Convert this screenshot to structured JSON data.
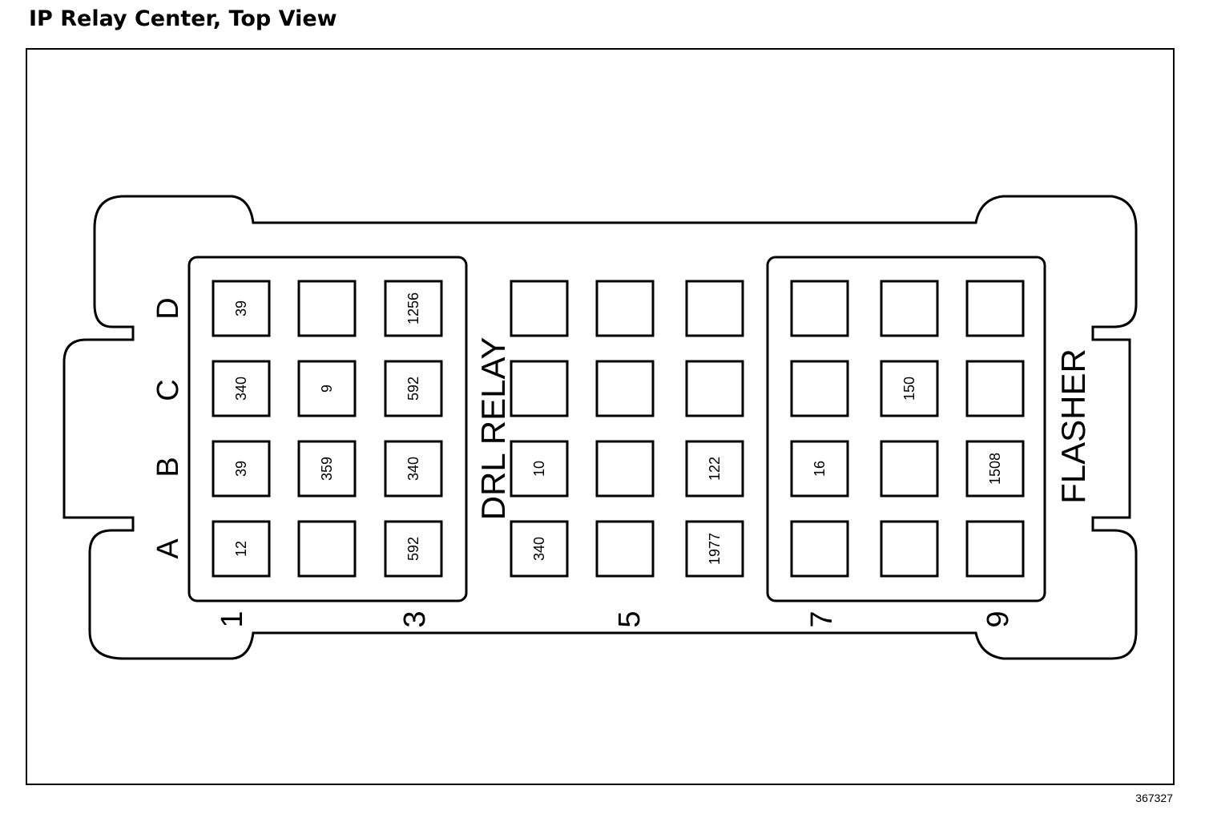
{
  "title": "IP Relay Center, Top View",
  "figure_number": "367327",
  "labels": {
    "drl": "DRL RELAY",
    "flasher": "FLASHER"
  },
  "rows": [
    "A",
    "B",
    "C",
    "D"
  ],
  "columns": [
    "1",
    "3",
    "5",
    "7",
    "9"
  ],
  "cells": [
    {
      "pos": "D1",
      "value": "39"
    },
    {
      "pos": "D2",
      "value": ""
    },
    {
      "pos": "D3",
      "value": "1256"
    },
    {
      "pos": "D4",
      "value": ""
    },
    {
      "pos": "D5",
      "value": ""
    },
    {
      "pos": "D6",
      "value": ""
    },
    {
      "pos": "D7",
      "value": ""
    },
    {
      "pos": "D8",
      "value": ""
    },
    {
      "pos": "D9",
      "value": ""
    },
    {
      "pos": "C1",
      "value": "340"
    },
    {
      "pos": "C2",
      "value": "9"
    },
    {
      "pos": "C3",
      "value": "592"
    },
    {
      "pos": "C4",
      "value": ""
    },
    {
      "pos": "C5",
      "value": ""
    },
    {
      "pos": "C6",
      "value": ""
    },
    {
      "pos": "C7",
      "value": ""
    },
    {
      "pos": "C8",
      "value": "150"
    },
    {
      "pos": "C9",
      "value": ""
    },
    {
      "pos": "B1",
      "value": "39"
    },
    {
      "pos": "B2",
      "value": "359"
    },
    {
      "pos": "B3",
      "value": "340"
    },
    {
      "pos": "B4",
      "value": "10"
    },
    {
      "pos": "B5",
      "value": ""
    },
    {
      "pos": "B6",
      "value": "122"
    },
    {
      "pos": "B7",
      "value": "16"
    },
    {
      "pos": "B8",
      "value": ""
    },
    {
      "pos": "B9",
      "value": "1508"
    },
    {
      "pos": "A1",
      "value": "12"
    },
    {
      "pos": "A2",
      "value": ""
    },
    {
      "pos": "A3",
      "value": "592"
    },
    {
      "pos": "A4",
      "value": "340"
    },
    {
      "pos": "A5",
      "value": ""
    },
    {
      "pos": "A6",
      "value": "1977"
    },
    {
      "pos": "A7",
      "value": ""
    },
    {
      "pos": "A8",
      "value": ""
    },
    {
      "pos": "A9",
      "value": ""
    }
  ]
}
